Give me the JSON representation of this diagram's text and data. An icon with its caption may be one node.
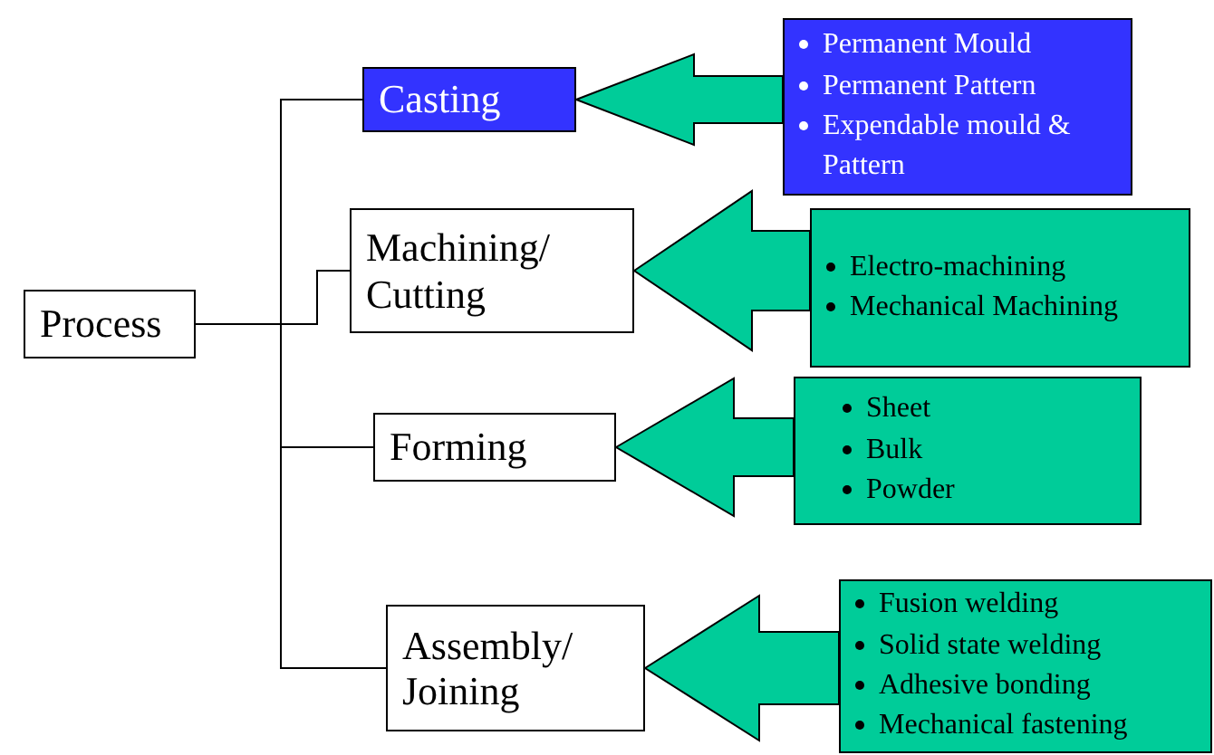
{
  "diagram": {
    "nodes": [
      {
        "text": [
          "Process"
        ]
      },
      {
        "text": [
          "Casting"
        ]
      },
      {
        "text": [
          "Machining/ Cutting"
        ]
      },
      {
        "text": [
          "Forming"
        ]
      },
      {
        "text": [
          "Assembly/ Joining"
        ]
      },
      {
        "text": [
          "Permanent Mould",
          "Permanent Pattern",
          "Expendable mould & Pattern"
        ]
      },
      {
        "text": [
          "Electro-machining",
          "Mechanical Machining"
        ]
      },
      {
        "text": [
          "Sheet",
          "Bulk",
          "Powder"
        ]
      },
      {
        "text": [
          "Fusion welding",
          "Solid state welding",
          "Adhesive bonding",
          "Mechanical fastening"
        ]
      }
    ],
    "edges": [
      {
        "from": 0,
        "to": 1,
        "arrow": "none"
      },
      {
        "from": 0,
        "to": 2,
        "arrow": "none"
      },
      {
        "from": 0,
        "to": 3,
        "arrow": "none"
      },
      {
        "from": 0,
        "to": 4,
        "arrow": "none"
      },
      {
        "from": 5,
        "to": 1,
        "arrow": "to",
        "style": "thick",
        "color": "#00cc99"
      },
      {
        "from": 6,
        "to": 2,
        "arrow": "to",
        "style": "thick",
        "color": "#00cc99"
      },
      {
        "from": 7,
        "to": 3,
        "arrow": "to",
        "style": "thick",
        "color": "#00cc99"
      },
      {
        "from": 8,
        "to": 4,
        "arrow": "to",
        "style": "thick",
        "color": "#00cc99"
      }
    ]
  }
}
